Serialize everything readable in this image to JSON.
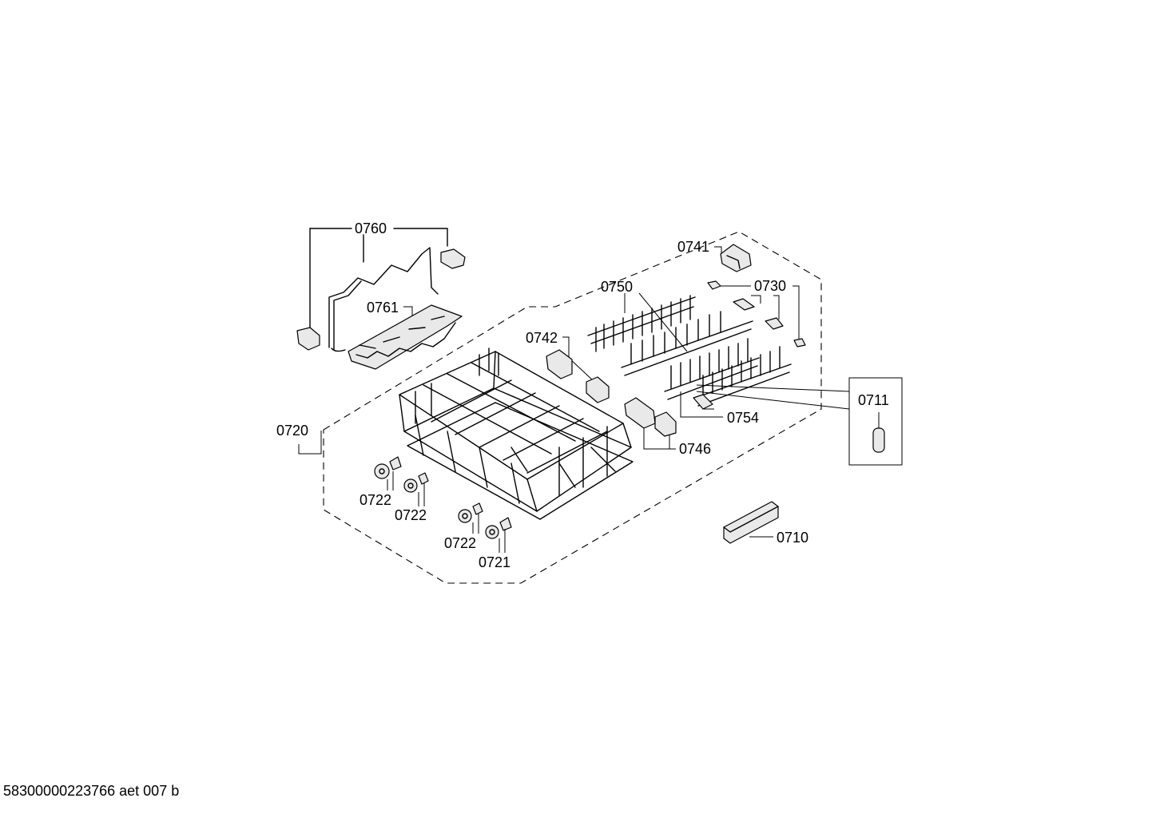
{
  "diagram": {
    "labels": {
      "p0760": "0760",
      "p0761": "0761",
      "p0741": "0741",
      "p0750": "0750",
      "p0730": "0730",
      "p0742": "0742",
      "p0720": "0720",
      "p0711": "0711",
      "p0754": "0754",
      "p0746": "0746",
      "p0722a": "0722",
      "p0722b": "0722",
      "p0722c": "0722",
      "p0721": "0721",
      "p0710": "0710"
    },
    "footer": "58300000223766 aet 007 b"
  }
}
